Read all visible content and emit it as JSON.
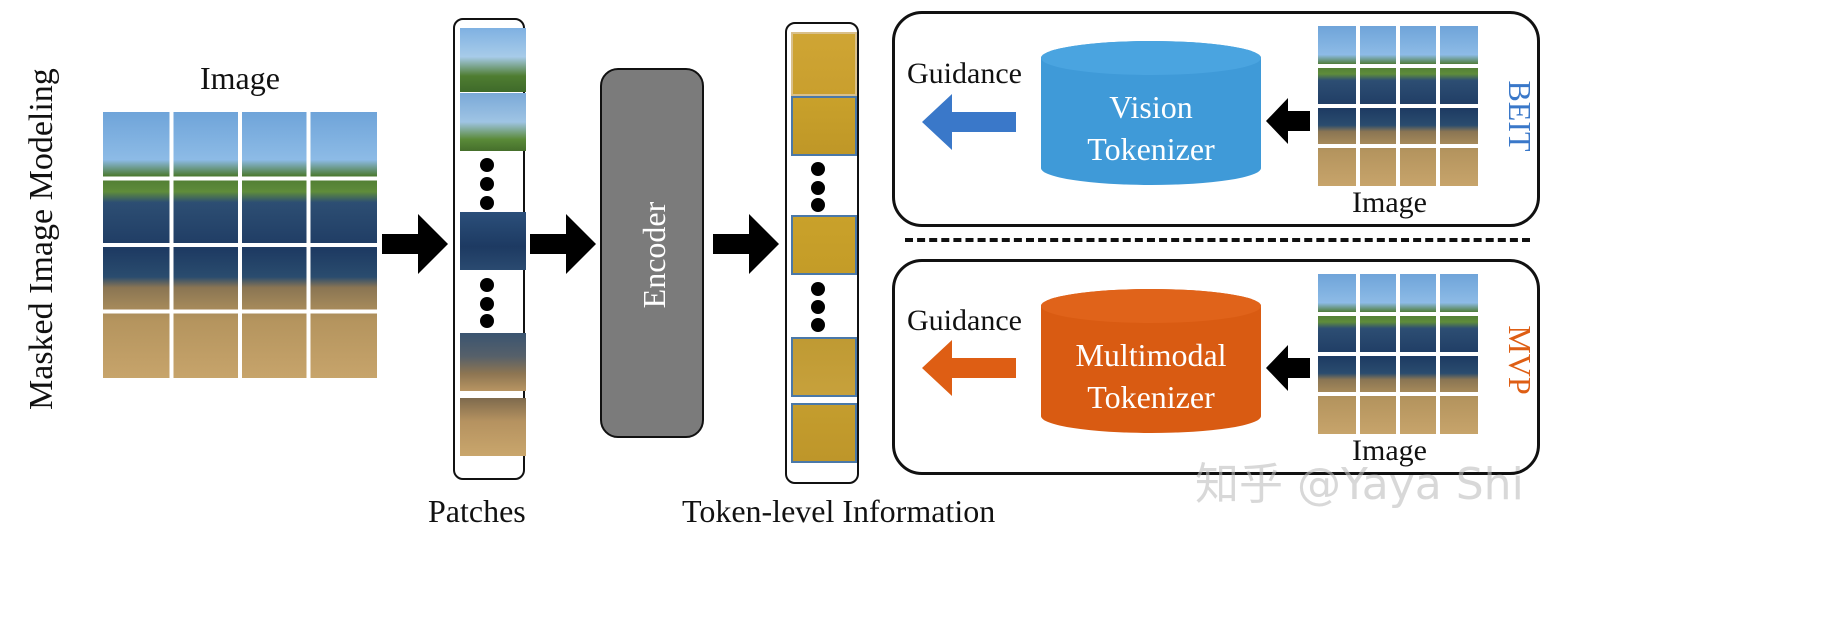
{
  "left": {
    "vertical_title": "Masked Image Modeling",
    "image_label": "Image",
    "patches_label": "Patches",
    "encoder_label": "Encoder",
    "token_label": "Token-level Information"
  },
  "beit_panel": {
    "guidance_label": "Guidance",
    "tokenizer_line1": "Vision",
    "tokenizer_line2": "Tokenizer",
    "image_label": "Image",
    "method_label": "BEIT",
    "tokenizer_color": "#3f9ad8",
    "arrow_color": "#3a78c9"
  },
  "mvp_panel": {
    "guidance_label": "Guidance",
    "tokenizer_line1": "Multimodal",
    "tokenizer_line2": "Tokenizer",
    "image_label": "Image",
    "method_label": "MVP",
    "tokenizer_color": "#d95b12",
    "arrow_color": "#de5e14"
  },
  "watermark": "知乎 @Yaya Shi"
}
